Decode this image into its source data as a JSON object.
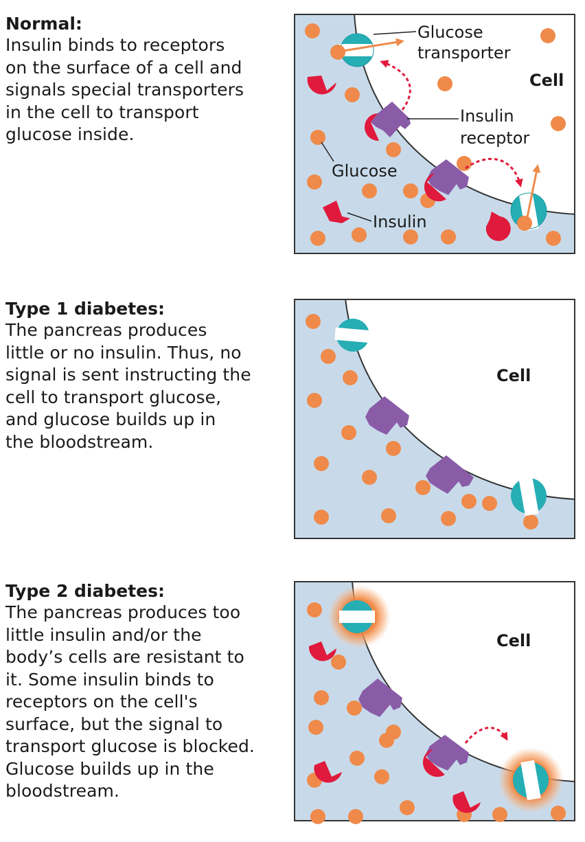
{
  "colors": {
    "blood": "#c8daea",
    "cell": "#ffffff",
    "border": "#333333",
    "glucose": "#ef8a4a",
    "insulin": "#e01a3c",
    "receptor": "#8a5ca8",
    "transporter": "#25aeb4",
    "arrow_red": "#e01a3c",
    "arrow_orange": "#ef8a4a",
    "resistance_glow": "#f2843e"
  },
  "icons": {
    "glucose": "glucose-molecule-icon",
    "insulin": "insulin-molecule-icon",
    "receptor": "insulin-receptor-icon",
    "transporter": "glucose-transporter-icon"
  },
  "sections": [
    {
      "heading": "Normal:",
      "lines": [
        "Insulin binds to receptors",
        "on the surface of a cell and",
        "signals special transporters",
        "in the cell to transport",
        "glucose inside."
      ],
      "cell_label": "Cell",
      "labels": {
        "transporter_1": "Glucose",
        "transporter_2": "transporter",
        "receptor_1": "Insulin",
        "receptor_2": "receptor",
        "glucose": "Glucose",
        "insulin": "Insulin"
      }
    },
    {
      "heading": "Type 1 diabetes:",
      "lines": [
        "The pancreas produces",
        "little or no insulin. Thus, no",
        "signal is sent instructing the",
        "cell to transport glucose,",
        "and glucose builds up in",
        "the bloodstream."
      ],
      "cell_label": "Cell"
    },
    {
      "heading": "Type 2 diabetes:",
      "lines": [
        "The pancreas produces too",
        "little insulin and/or the",
        "body’s cells are resistant to",
        "it. Some insulin binds to",
        "receptors on the cell's",
        "surface, but the signal to",
        "transport glucose is blocked.",
        "Glucose builds up in the",
        "bloodstream."
      ],
      "cell_label": "Cell"
    }
  ]
}
